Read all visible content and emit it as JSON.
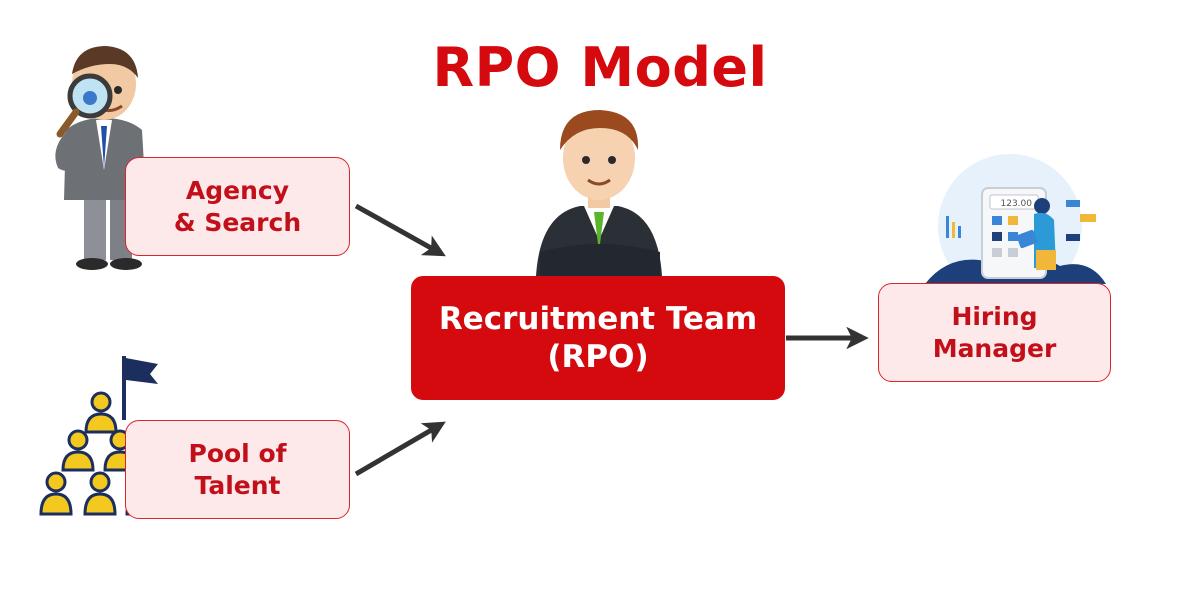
{
  "title": "RPO Model",
  "nodes": {
    "agency": "Agency\n& Search",
    "pool": "Pool of\nTalent",
    "recruitment": "Recruitment Team\n(RPO)",
    "hiring": "Hiring\nManager"
  },
  "calculator_display": "123.00",
  "colors": {
    "title": "#d40a0f",
    "main_box": "#d40a0f",
    "light_box_bg": "#fde8ea",
    "light_box_border": "#d9262c",
    "light_box_text": "#c2101a",
    "arrow": "#333333",
    "suit": "#2b2f36",
    "tie_green": "#5ab52d",
    "pool_yellow": "#f4c91f",
    "pool_navy": "#1b2e5e"
  },
  "icons": {
    "agency": "detective-with-magnifier-icon",
    "recruiter": "recruiter-crossed-arms-icon",
    "hiring": "calculator-analyst-icon",
    "pool": "talent-pyramid-flag-icon"
  }
}
